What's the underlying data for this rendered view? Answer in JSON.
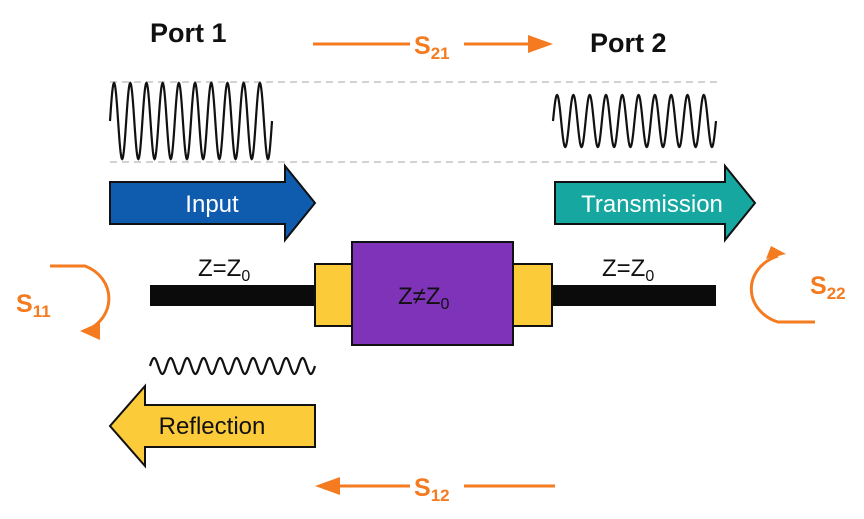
{
  "colors": {
    "accent": "#F47B20",
    "input": "#0F5CAF",
    "transmission": "#15A7A0",
    "reflection": "#FCCB3A",
    "dut": "#7E33B8",
    "connector": "#FCCB3A",
    "line": "#0b0b0b",
    "guide": "#bdbdbd"
  },
  "ports": {
    "port1": "Port 1",
    "port2": "Port 2"
  },
  "sparams": {
    "s21": {
      "main": "S",
      "sub": "21"
    },
    "s12": {
      "main": "S",
      "sub": "12"
    },
    "s11": {
      "main": "S",
      "sub": "11"
    },
    "s22": {
      "main": "S",
      "sub": "22"
    }
  },
  "arrows": {
    "input": "Input",
    "transmission": "Transmission",
    "reflection": "Reflection"
  },
  "impedance": {
    "left": {
      "main": "Z=Z",
      "sub": "0"
    },
    "right": {
      "main": "Z=Z",
      "sub": "0"
    },
    "dut": {
      "main": "Z≠Z",
      "sub": "0"
    }
  }
}
